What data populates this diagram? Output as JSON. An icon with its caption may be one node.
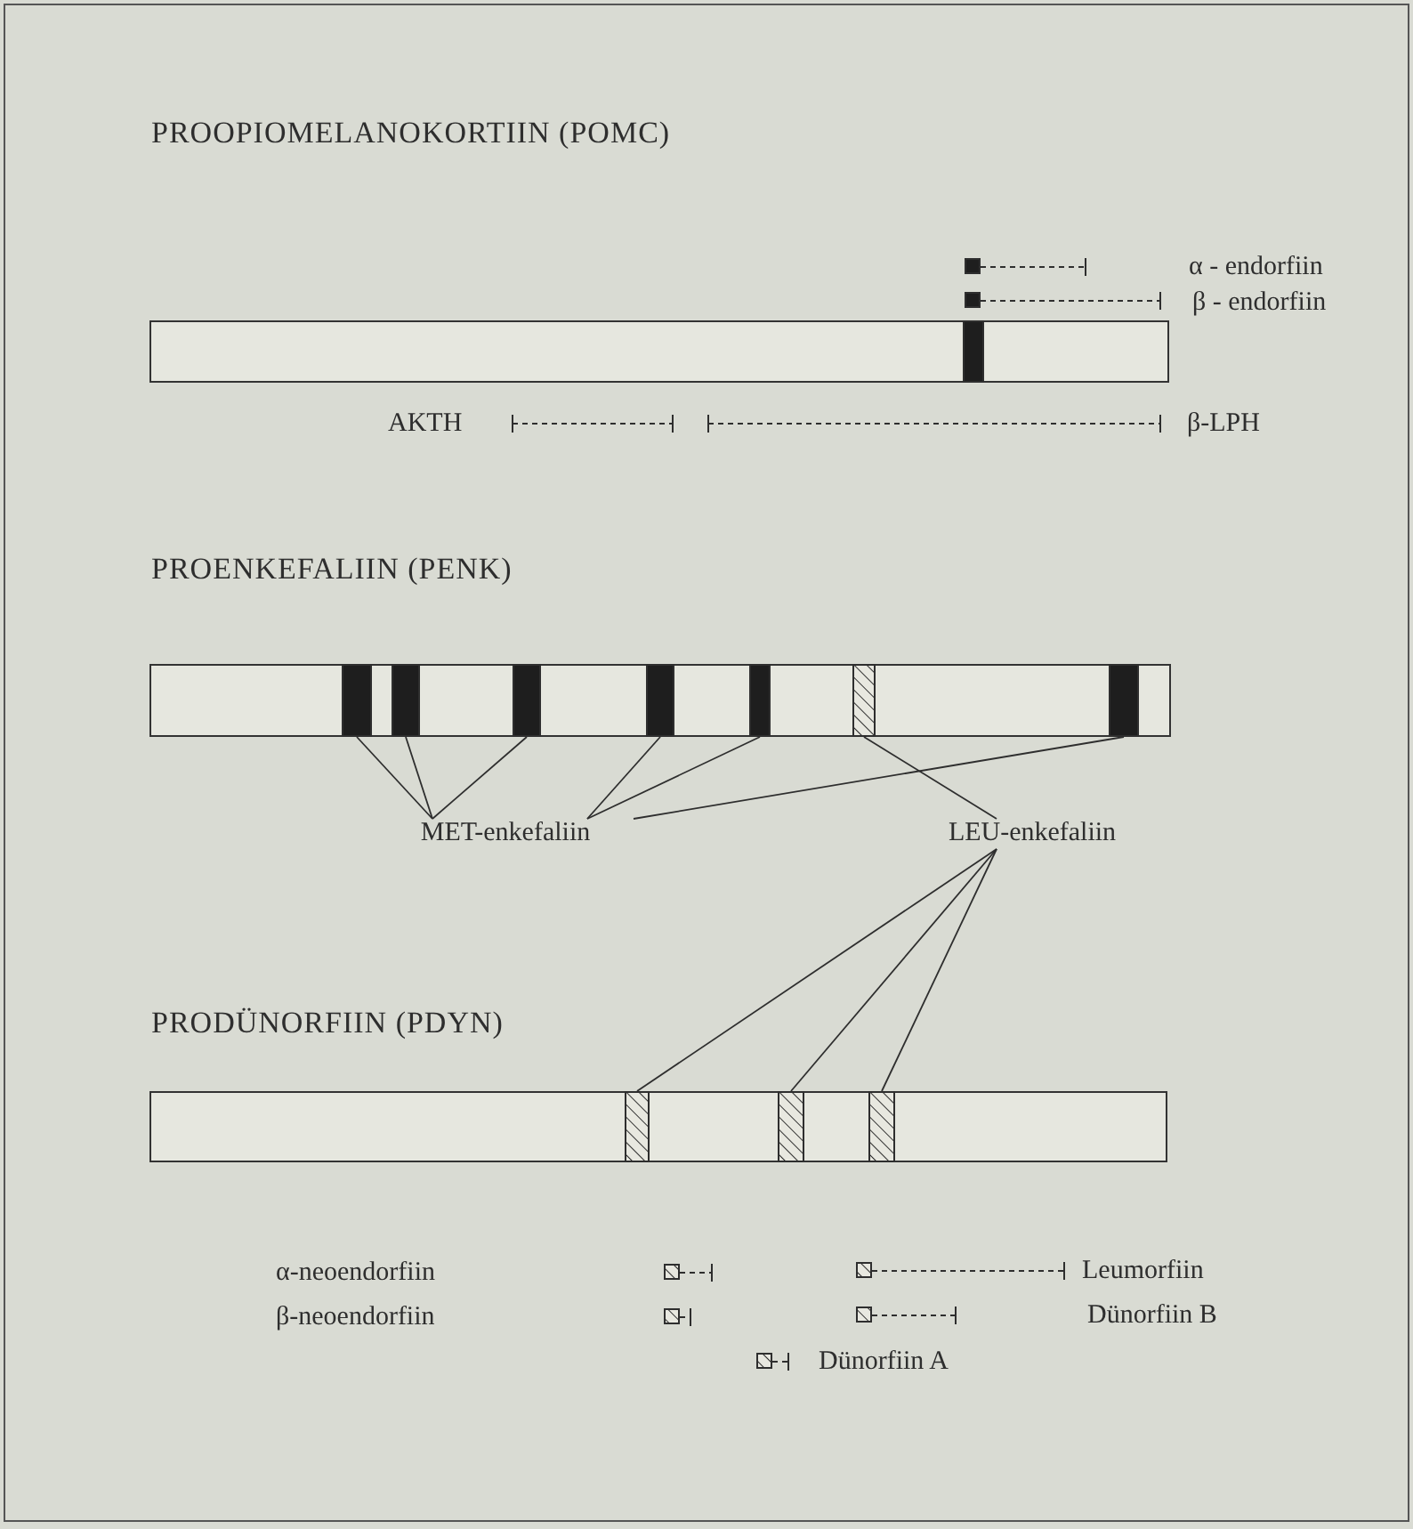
{
  "diagram": {
    "nodes": [
      {
        "text": [],
        "shape": "box"
      },
      {
        "text": [],
        "shape": "bar",
        "in": 0
      },
      {
        "text": [],
        "shape": "box"
      },
      {
        "text": [],
        "shape": "bar",
        "in": 2
      },
      {
        "text": [],
        "shape": "bar",
        "in": 2
      },
      {
        "text": [],
        "shape": "bar",
        "in": 2
      },
      {
        "text": [],
        "shape": "bar",
        "in": 2
      },
      {
        "text": [],
        "shape": "bar",
        "in": 2
      },
      {
        "text": [],
        "shape": "hatched",
        "in": 2
      },
      {
        "text": [],
        "shape": "bar",
        "in": 2
      },
      {
        "text": [
          "MET-enkefaliin"
        ]
      },
      {
        "text": [
          "LEU-enkefaliin"
        ]
      },
      {
        "text": [],
        "shape": "box"
      },
      {
        "text": [],
        "shape": "hatched",
        "in": 12
      },
      {
        "text": [],
        "shape": "hatched",
        "in": 12
      },
      {
        "text": [],
        "shape": "hatched",
        "in": 12
      }
    ],
    "edges": [
      {
        "from": 10,
        "to": 3,
        "arrow": "none"
      },
      {
        "from": 10,
        "to": 4,
        "arrow": "none"
      },
      {
        "from": 10,
        "to": 5,
        "arrow": "none"
      },
      {
        "from": 10,
        "to": 6,
        "arrow": "none"
      },
      {
        "from": 10,
        "to": 7,
        "arrow": "none"
      },
      {
        "from": 10,
        "to": 9,
        "arrow": "none"
      },
      {
        "from": 11,
        "to": 8,
        "arrow": "none"
      },
      {
        "from": 11,
        "to": 13,
        "arrow": "none"
      },
      {
        "from": 11,
        "to": 14,
        "arrow": "none"
      },
      {
        "from": 11,
        "to": 15,
        "arrow": "none"
      }
    ],
    "labels": [
      "PROOPIOMELANOKORTIIN (POMC)",
      "α - endorfiin",
      "β - endorfiin",
      "AKTH",
      "β-LPH",
      "PROENKEFALIIN (PENK)",
      "PRODÜNORFIIN (PDYN)",
      "α-neoendorfiin",
      "Leumorfiin",
      "β-neoendorfiin",
      "Dünorfiin B",
      "Dünorfiin A"
    ]
  }
}
